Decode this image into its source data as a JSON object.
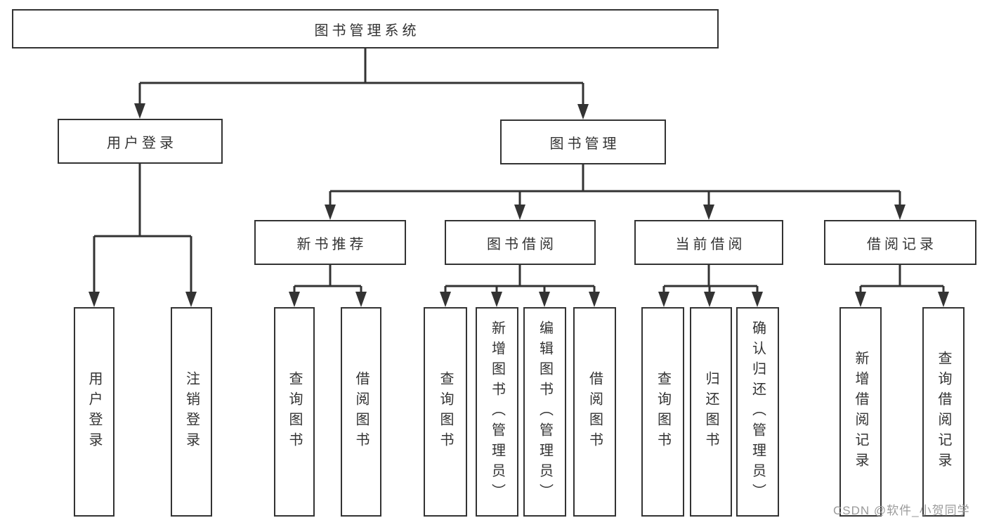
{
  "diagram": {
    "tree": {
      "label": "图书管理系统",
      "children": [
        {
          "label": "用户登录",
          "children": [
            {
              "label": "用户登录"
            },
            {
              "label": "注销登录"
            }
          ]
        },
        {
          "label": "图书管理",
          "children": [
            {
              "label": "新书推荐",
              "children": [
                {
                  "label": "查询图书"
                },
                {
                  "label": "借阅图书"
                }
              ]
            },
            {
              "label": "图书借阅",
              "children": [
                {
                  "label": "查询图书"
                },
                {
                  "label": "新增图书（管理员）"
                },
                {
                  "label": "编辑图书（管理员）"
                },
                {
                  "label": "借阅图书"
                }
              ]
            },
            {
              "label": "当前借阅",
              "children": [
                {
                  "label": "查询图书"
                },
                {
                  "label": "归还图书"
                },
                {
                  "label": "确认归还（管理员）"
                }
              ]
            },
            {
              "label": "借阅记录",
              "children": [
                {
                  "label": "新增借阅记录"
                },
                {
                  "label": "查询借阅记录"
                }
              ]
            }
          ]
        }
      ]
    },
    "colors": {
      "line": "#333333",
      "box_border": "#333333",
      "text": "#333333",
      "background": "#ffffff"
    }
  },
  "watermark": {
    "text": "CSDN @软件_小贺同学",
    "color": "#9b9b9b"
  }
}
